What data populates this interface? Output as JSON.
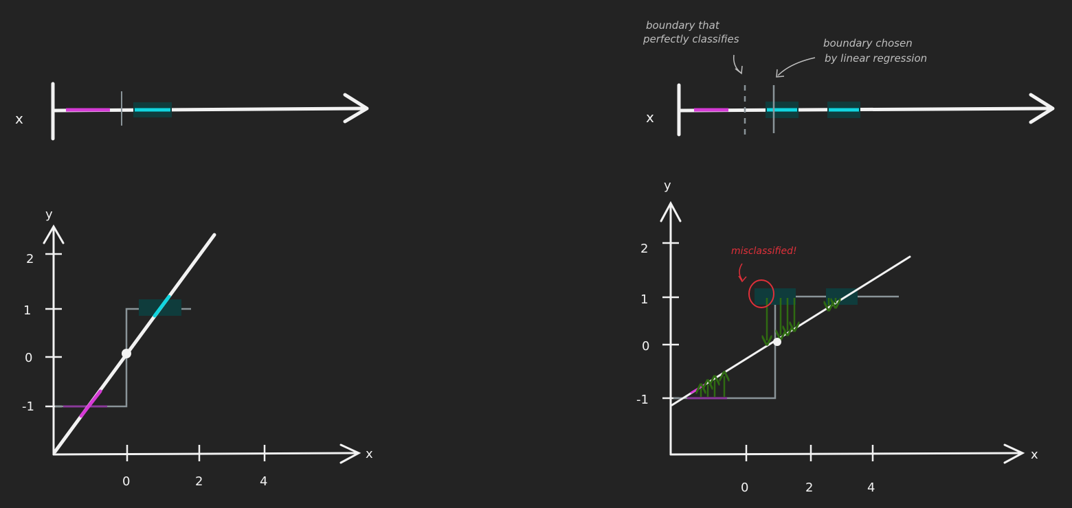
{
  "colors": {
    "background": "#232323",
    "axis": "#f2f2f2",
    "magenta": "#d63ad6",
    "cyan": "#12d6e0",
    "teal_box": "#0f3c3c",
    "step": "#8a9499",
    "green_arrow": "#2f6b12",
    "red": "#e0303a",
    "annotation": "#bfbfbf"
  },
  "left_panel": {
    "number_line": {
      "variable_label": "x"
    },
    "plot": {
      "y_axis_label": "y",
      "x_axis_label": "x",
      "y_ticks": [
        {
          "value": 2,
          "label": "2"
        },
        {
          "value": 1,
          "label": "1"
        },
        {
          "value": 0,
          "label": "0"
        },
        {
          "value": -1,
          "label": "-1"
        }
      ],
      "x_ticks": [
        {
          "value": 0,
          "label": "0"
        },
        {
          "value": 2,
          "label": "2"
        },
        {
          "value": 4,
          "label": "4"
        }
      ]
    }
  },
  "right_panel": {
    "number_line": {
      "variable_label": "x",
      "annotation_perfect_line1": "boundary that",
      "annotation_perfect_line2": "perfectly classifies",
      "annotation_regression_line1": "boundary chosen",
      "annotation_regression_line2": "by linear regression"
    },
    "plot": {
      "y_axis_label": "y",
      "x_axis_label": "x",
      "misclassified_label": "misclassified!",
      "y_ticks": [
        {
          "value": 2,
          "label": "2"
        },
        {
          "value": 1,
          "label": "1"
        },
        {
          "value": 0,
          "label": "0"
        },
        {
          "value": -1,
          "label": "-1"
        }
      ],
      "x_ticks": [
        {
          "value": 0,
          "label": "0"
        },
        {
          "value": 2,
          "label": "2"
        },
        {
          "value": 4,
          "label": "4"
        }
      ]
    }
  }
}
